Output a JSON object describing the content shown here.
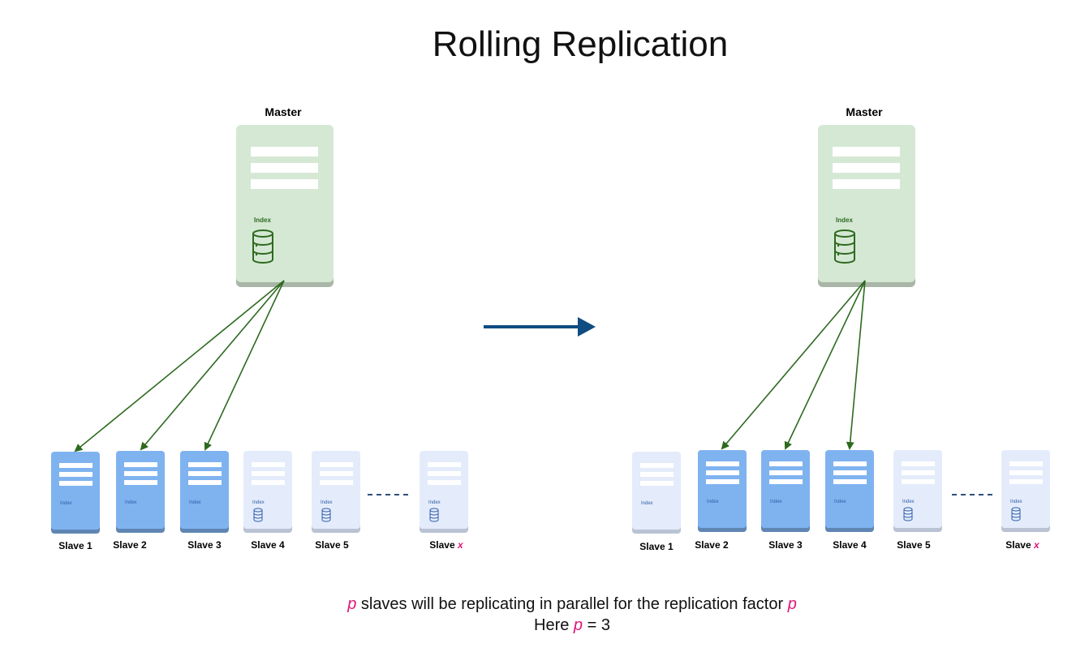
{
  "title": "Rolling Replication",
  "master_label": "Master",
  "index_label": "Index",
  "slave_word": "Slave",
  "left_slaves": [
    "1",
    "2",
    "3",
    "4",
    "5"
  ],
  "right_slaves": [
    "1",
    "2",
    "3",
    "4",
    "5"
  ],
  "last_slave_var": "x",
  "ellipsis": "- - - - -",
  "caption": {
    "var": "p",
    "line1_text": " slaves will be replicating in parallel for the replication factor ",
    "line2_prefix": "Here ",
    "line2_equals": " = 3"
  },
  "colors": {
    "master_fill": "#d5e8d4",
    "active_slave": "#7fb3f0",
    "idle_slave": "#e4ecfb",
    "arrow_green": "#2d6a1f",
    "transition_arrow": "#0f4c81",
    "variable_pink": "#e0177b"
  }
}
